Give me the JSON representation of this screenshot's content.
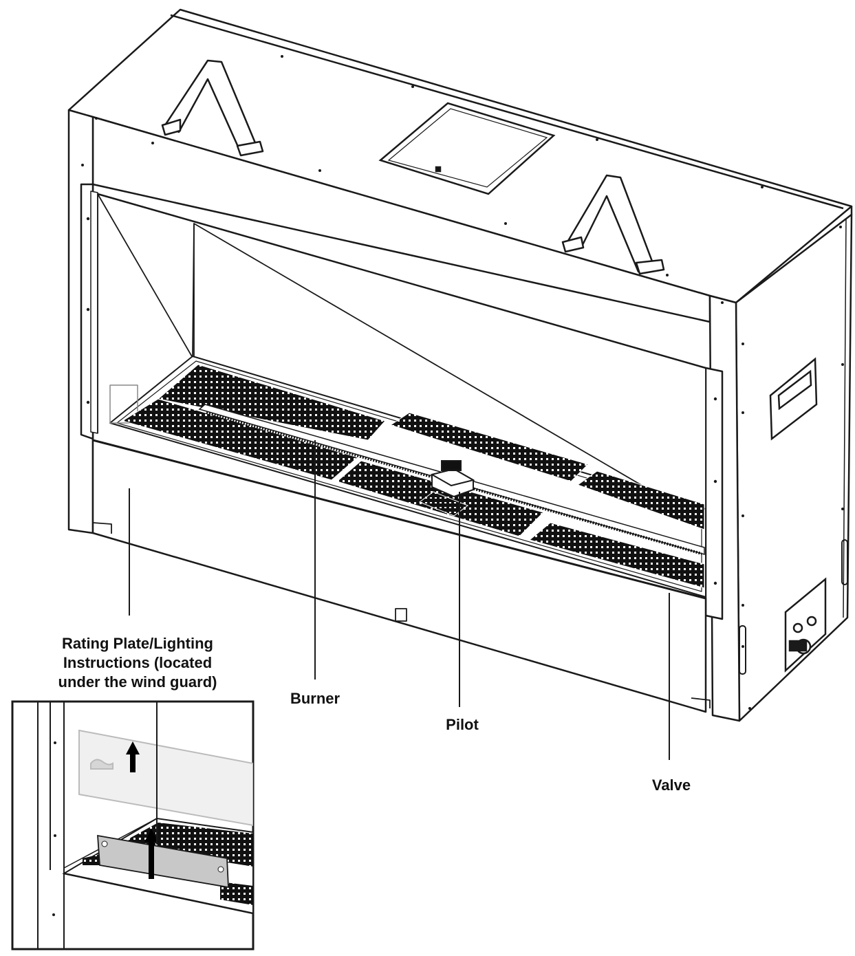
{
  "labels": {
    "rating_plate": [
      "Rating Plate/Lighting",
      "Instructions (located",
      "under the wind guard)"
    ],
    "burner": "Burner",
    "pilot": "Pilot",
    "valve": "Valve"
  },
  "colors": {
    "line": "#1a1a1a",
    "grate": "#111111",
    "panel": "#ffffff",
    "glass": "#f0f0f0",
    "guard_plate": "#c8c8c8",
    "arrow": "#000000"
  },
  "icons": {
    "arrow": "arrow-up-icon"
  }
}
